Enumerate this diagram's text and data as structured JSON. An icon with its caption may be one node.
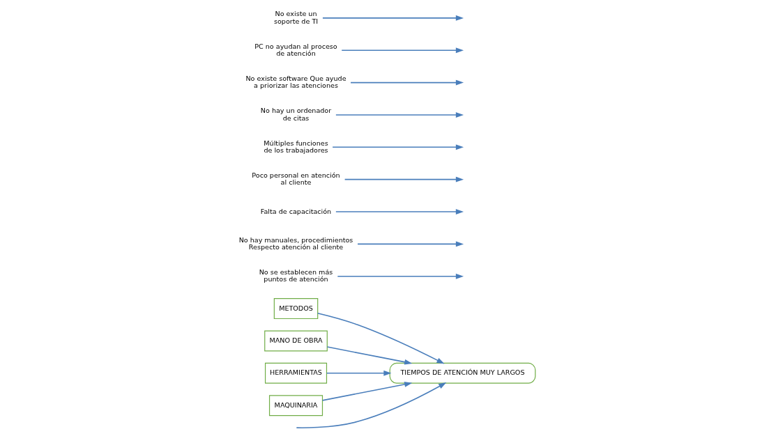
{
  "diagram": {
    "nodes": [
      {
        "text": [
          "METODOS"
        ]
      },
      {
        "text": [
          "MANO DE OBRA"
        ]
      },
      {
        "text": [
          "HERRAMIENTAS"
        ]
      },
      {
        "text": [
          "MAQUINARIA"
        ]
      },
      {
        "text": [
          "TIEMPOS DE ATENCIÓN MUY LARGOS"
        ]
      },
      {
        "text": [
          "No se establecen más puntos de atención"
        ]
      },
      {
        "text": [
          "No hay manuales, procedimientos Respecto atención al cliente"
        ]
      },
      {
        "text": [
          "Falta de capacitación"
        ]
      },
      {
        "text": [
          "Poco personal en atención al cliente"
        ]
      },
      {
        "text": [
          "Múltiples funciones de los trabajadores"
        ]
      },
      {
        "text": [
          "No hay un ordenador de citas"
        ]
      },
      {
        "text": [
          "No existe software Que ayude a priorizar las atenciones"
        ]
      },
      {
        "text": [
          "PC no ayudan al proceso de atención"
        ]
      },
      {
        "text": [
          "No existe un soporte de TI"
        ]
      }
    ],
    "edges": [
      {
        "from": null,
        "to": 4,
        "arrow": "to"
      },
      {
        "from": 0,
        "to": 4,
        "arrow": "to"
      },
      {
        "from": 1,
        "to": 4,
        "arrow": "to"
      },
      {
        "from": 2,
        "to": 4,
        "arrow": "to"
      },
      {
        "from": 3,
        "to": 4,
        "arrow": "to"
      },
      {
        "from": 5,
        "to": null,
        "arrow": "to"
      },
      {
        "from": 6,
        "to": null,
        "arrow": "to"
      },
      {
        "from": 7,
        "to": null,
        "arrow": "to"
      },
      {
        "from": 8,
        "to": null,
        "arrow": "to"
      },
      {
        "from": 9,
        "to": null,
        "arrow": "to"
      },
      {
        "from": 10,
        "to": null,
        "arrow": "to"
      },
      {
        "from": 11,
        "to": null,
        "arrow": "to"
      },
      {
        "from": 12,
        "to": null,
        "arrow": "to"
      },
      {
        "from": 13,
        "to": null,
        "arrow": "to"
      }
    ]
  }
}
